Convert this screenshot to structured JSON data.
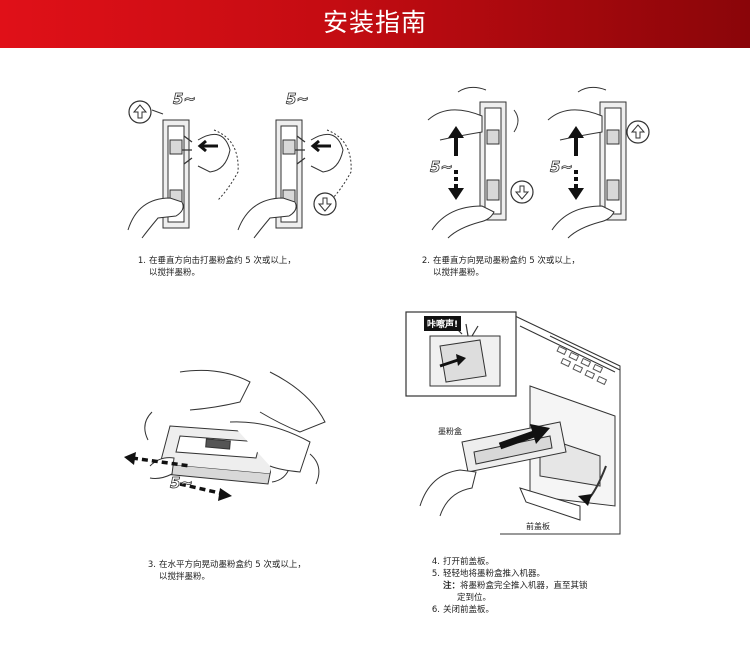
{
  "header": {
    "title": "安装指南"
  },
  "steps": [
    {
      "num": "1.",
      "lines": [
        "在垂直方向击打墨粉盒约 5 次或以上，",
        "以搅拌墨粉。"
      ],
      "repeat": "5~"
    },
    {
      "num": "2.",
      "lines": [
        "在垂直方向晃动墨粉盒约 5 次或以上，",
        "以搅拌墨粉。"
      ],
      "repeat": "5~"
    },
    {
      "num": "3.",
      "lines": [
        "在水平方向晃动墨粉盒约 5 次或以上，",
        "以搅拌墨粉。"
      ],
      "repeat": "5~"
    }
  ],
  "install": {
    "click_label": "咔嚓声!",
    "toner_label": "墨粉盒",
    "cover_label": "前盖板",
    "steps": [
      {
        "num": "4.",
        "text": "打开前盖板。"
      },
      {
        "num": "5.",
        "text": "轻轻地将墨粉盒推入机器。"
      },
      {
        "num": "6.",
        "text": "关闭前盖板。"
      }
    ],
    "note_label": "注：",
    "note_lines": [
      "将墨粉盒完全推入机器，直至其锁",
      "定到位。"
    ]
  }
}
